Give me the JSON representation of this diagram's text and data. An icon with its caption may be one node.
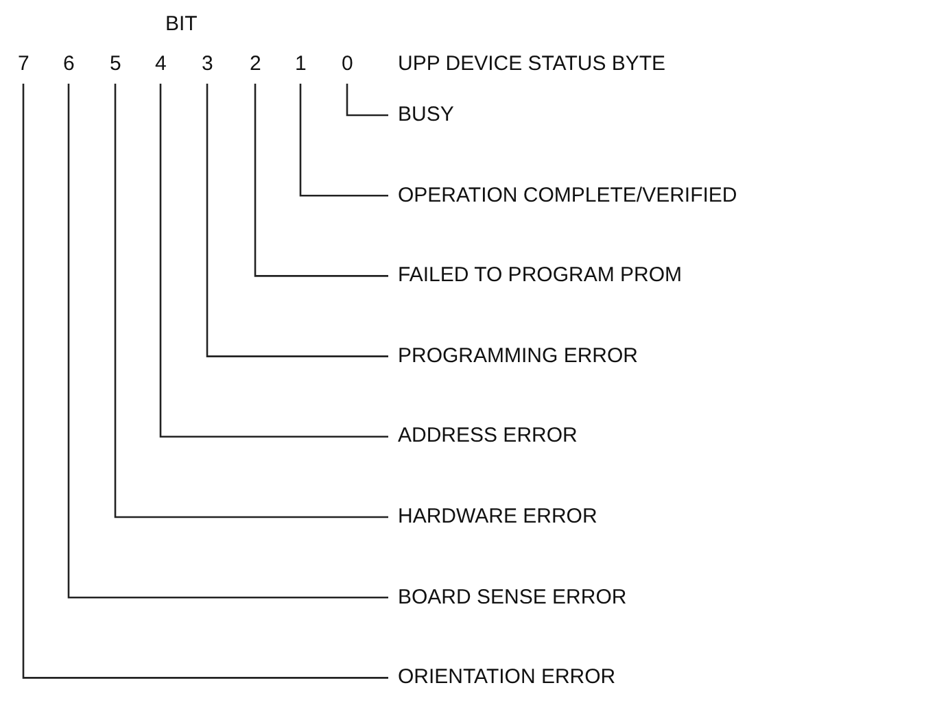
{
  "diagram": {
    "title": "UPP DEVICE STATUS BYTE",
    "nodes": [
      {
        "text": [
          "7"
        ]
      },
      {
        "text": [
          "6"
        ]
      },
      {
        "text": [
          "5"
        ]
      },
      {
        "text": [
          "4"
        ]
      },
      {
        "text": [
          "3"
        ]
      },
      {
        "text": [
          "2"
        ]
      },
      {
        "text": [
          "1"
        ]
      },
      {
        "text": [
          "0"
        ]
      },
      {
        "text": [
          "BUSY"
        ]
      },
      {
        "text": [
          "OPERATION COMPLETE/VERIFIED"
        ]
      },
      {
        "text": [
          "FAILED TO PROGRAM PROM"
        ]
      },
      {
        "text": [
          "PROGRAMMING ERROR"
        ]
      },
      {
        "text": [
          "ADDRESS ERROR"
        ]
      },
      {
        "text": [
          "HARDWARE ERROR"
        ]
      },
      {
        "text": [
          "BOARD SENSE ERROR"
        ]
      },
      {
        "text": [
          "ORIENTATION ERROR"
        ]
      }
    ],
    "edges": [
      {
        "from": 7,
        "to": 8,
        "arrow": "none"
      },
      {
        "from": 6,
        "to": 9,
        "arrow": "none"
      },
      {
        "from": 5,
        "to": 10,
        "arrow": "none"
      },
      {
        "from": 4,
        "to": 11,
        "arrow": "none"
      },
      {
        "from": 3,
        "to": 12,
        "arrow": "none"
      },
      {
        "from": 2,
        "to": 13,
        "arrow": "none"
      },
      {
        "from": 1,
        "to": 14,
        "arrow": "none"
      },
      {
        "from": 0,
        "to": 15,
        "arrow": "none"
      }
    ],
    "labels": [
      "BIT"
    ]
  }
}
